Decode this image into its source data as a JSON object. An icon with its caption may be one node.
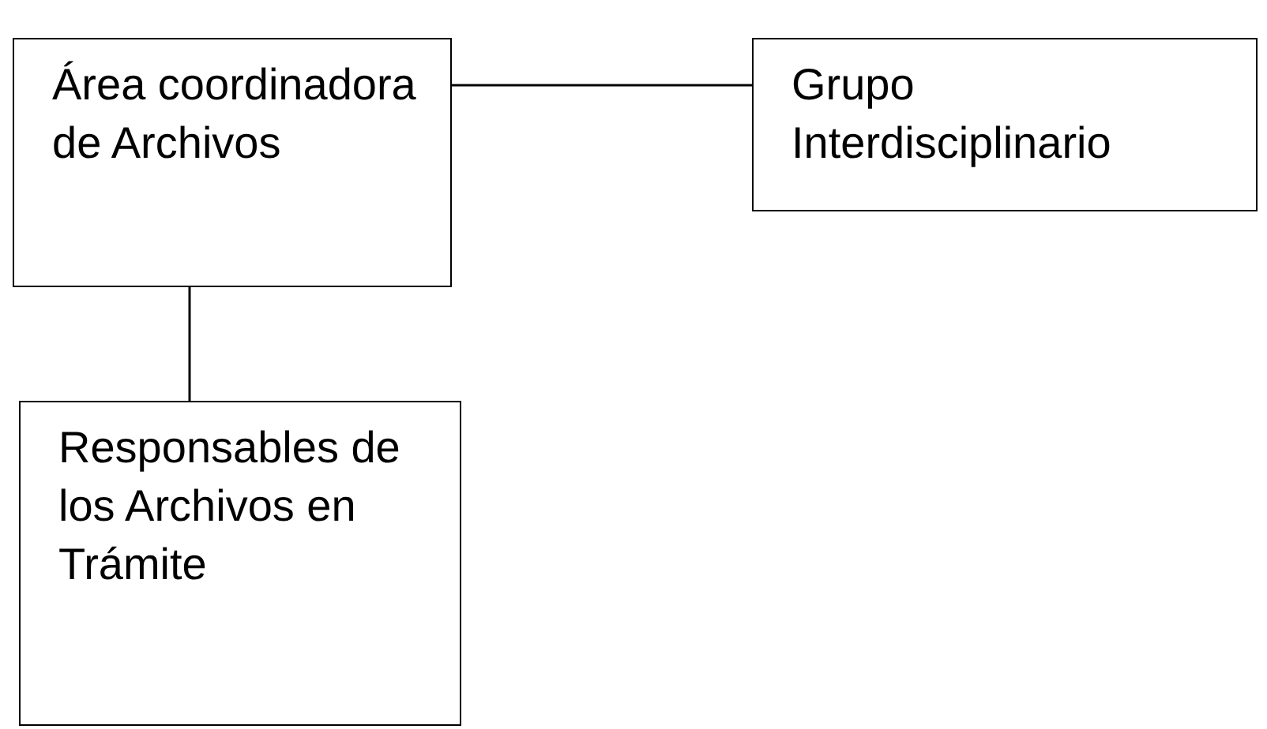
{
  "diagram": {
    "nodes": [
      {
        "text": [
          "Área coordinadora de Archivos"
        ]
      },
      {
        "text": [
          "Grupo Interdisciplinario"
        ]
      },
      {
        "text": [
          "Responsables de los Archivos en Trámite"
        ]
      }
    ],
    "edges": [
      {
        "from": 0,
        "to": 1,
        "arrow": "none"
      },
      {
        "from": 0,
        "to": 2,
        "arrow": "none"
      }
    ]
  }
}
